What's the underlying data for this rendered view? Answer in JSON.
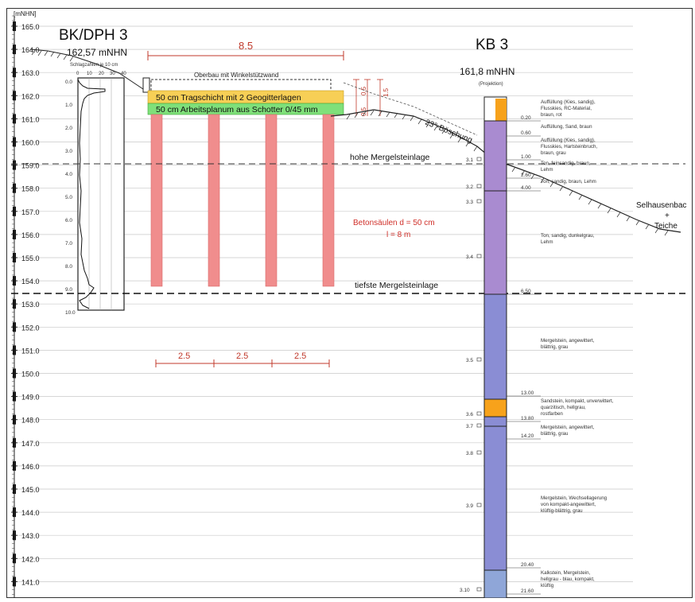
{
  "axis": {
    "unit_label": "[mNHN]",
    "ticks": [
      "165.0",
      "164.0",
      "163.0",
      "162.0",
      "161.0",
      "160.0",
      "159.0",
      "158.0",
      "157.0",
      "156.0",
      "155.0",
      "154.0",
      "153.0",
      "152.0",
      "151.0",
      "150.0",
      "149.0",
      "148.0",
      "147.0",
      "146.0",
      "145.0",
      "144.0",
      "143.0",
      "142.0",
      "141.0"
    ]
  },
  "left_boring": {
    "title": "BK/DPH 3",
    "elevation": "162,57 mNHN",
    "blow_label": "Schlagzahlen je 10 cm",
    "blow_ticks": [
      "0",
      "10",
      "20",
      "30",
      "40"
    ],
    "depth_ticks": [
      "0.0",
      "1.0",
      "2.0",
      "3.0",
      "4.0",
      "5.0",
      "6.0",
      "7.0",
      "8.0",
      "9.0",
      "10.0"
    ]
  },
  "construction": {
    "width_dim": "8.5",
    "top_label": "Oberbau mit Winkelstützwand",
    "layer1": "50 cm Tragschicht mit 2 Geogitterlagen",
    "layer2": "50 cm Arbeitsplanum aus Schotter 0/45 mm",
    "dims_vertical": [
      "0.5",
      "0.5",
      "1.5"
    ],
    "column_label_line1": "Betonsäulen d = 50 cm",
    "column_label_line2": "l = 8 m",
    "spacing": [
      "2.5",
      "2.5",
      "2.5"
    ],
    "slope_label": "23°-Böschung",
    "mergel_high": "hohe Mergelsteinlage",
    "mergel_low": "tiefste Mergelsteinlage",
    "right_label_1": "Selhausenbac",
    "right_label_2": "+",
    "right_label_3": "Teiche"
  },
  "right_boring": {
    "title": "KB 3",
    "elevation": "161,8 mNHN",
    "projection": "(Projektion)",
    "samples": [
      "3.1",
      "3.2",
      "3.3",
      "3.4",
      "3.5",
      "3.6",
      "3.7",
      "3.8",
      "3.9",
      "3.10"
    ],
    "depths": [
      "0.20",
      "0.60",
      "1.00",
      "2.60",
      "4.00",
      "6.50",
      "13.00",
      "13.80",
      "14.20",
      "20.40",
      "21.60"
    ],
    "descriptions": [
      [
        "Auffüllung (Kies, sandig),",
        "Flusskies, RC-Material,",
        "braun, rot"
      ],
      [
        "Auffüllung, Sand, braun"
      ],
      [
        "Auffüllung (Kies, sandig),",
        "Flusskies, Hartsteinbruch,",
        "braun, grau"
      ],
      [
        "Ton, feinsandig, braun,",
        "Lehm"
      ],
      [
        "Ton, sandig, braun, Lehm"
      ],
      [
        "Ton, sandig, dunkelgrau,",
        "Lehm"
      ],
      [
        "Mergelstein, angewittert,",
        "blättrig, grau"
      ],
      [
        "Sandstein, kompakt, unverwittert,",
        "quarzitisch, hellgrau,",
        "rostfarben"
      ],
      [
        "Mergelstein, angewittert,",
        "blättrig, grau"
      ],
      [
        "Mergelstein, Wechsellagerung",
        "von kompakt-angewittert,",
        "klüftig-blättrig, grau"
      ],
      [
        "Kalkstein, Mergelstein,",
        "hellgrau - blau, kompakt,",
        "klüftig"
      ]
    ]
  },
  "colors": {
    "purple": "#a98bd0",
    "blue": "#8a8dd4",
    "orange": "#f7a21b",
    "yellow": "#f7cf56",
    "green": "#7fe07a",
    "column": "#f08d8d",
    "dim_red": "#c0392b"
  }
}
